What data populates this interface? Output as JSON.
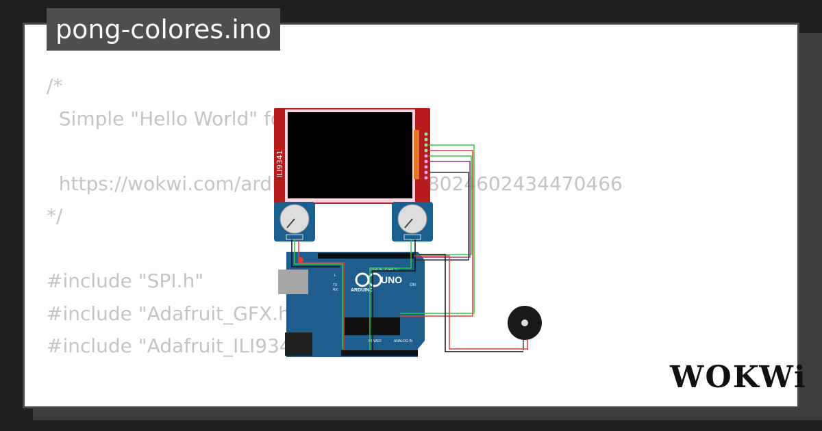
{
  "window": {
    "title": "pong-colores.ino"
  },
  "code_lines": [
    "/*",
    "  Simple \"Hello World\" for ILI9341 LCD",
    "",
    "  https://wokwi.com/arduino/projects/308024602434470466",
    "*/",
    "",
    "#include \"SPI.h\"",
    "#include \"Adafruit_GFX.h\"",
    "#include \"Adafruit_ILI9341.h\""
  ],
  "circuit": {
    "lcd_label": "ILI9341",
    "board_label": "UNO",
    "board_brand": "ARDUINO",
    "digital_label": "DIGITAL (PWM ~)",
    "power_label": "POWER",
    "analog_label": "ANALOG IN",
    "on_label": "ON",
    "tx_label": "TX",
    "rx_label": "RX",
    "l_label": "L"
  },
  "brand": {
    "logo_text": "WOKWi"
  },
  "colors": {
    "background": "#1f1f1f",
    "card": "#ffffff",
    "tab": "#4e4e4e",
    "code_text": "#c4c4c4",
    "lcd_board": "#b71c1c",
    "arduino": "#1f5d8c",
    "pot": "#1a5f8e",
    "wire_green": "#2ecc40",
    "wire_red": "#e53935"
  }
}
